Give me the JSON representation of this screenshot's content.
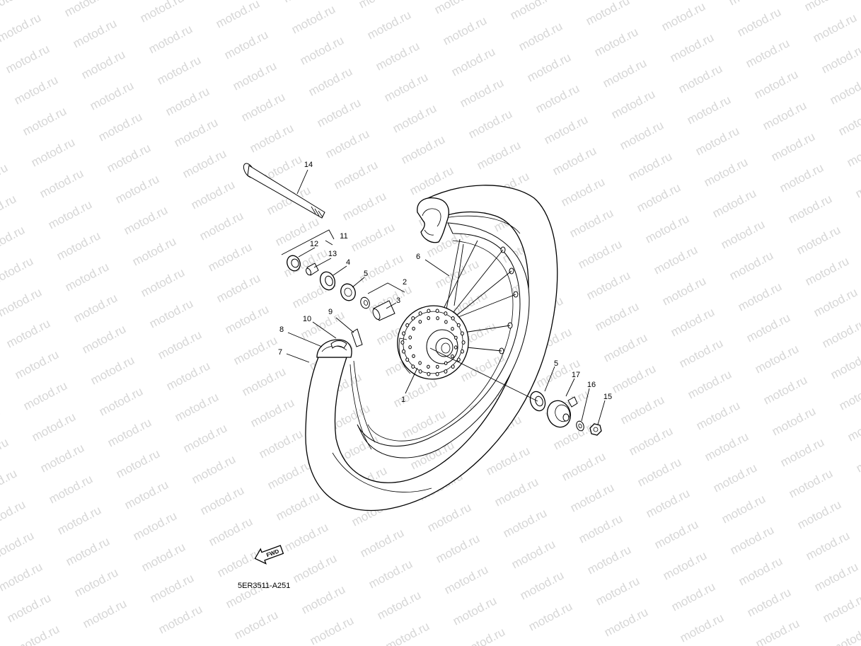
{
  "watermark": {
    "text": "motod.ru",
    "color": "#d6d6d6"
  },
  "diagram_code": "5ER3511-A251",
  "direction_badge": {
    "text": "FWD",
    "icon": "fwd-arrow-icon"
  },
  "callouts": {
    "c1": "1",
    "c2": "2",
    "c3": "3",
    "c4": "4",
    "c5a": "5",
    "c5b": "5",
    "c6": "6",
    "c7": "7",
    "c8": "8",
    "c9": "9",
    "c10": "10",
    "c11": "11",
    "c12": "12",
    "c13": "13",
    "c14": "14",
    "c15": "15",
    "c16": "16",
    "c17": "17"
  }
}
